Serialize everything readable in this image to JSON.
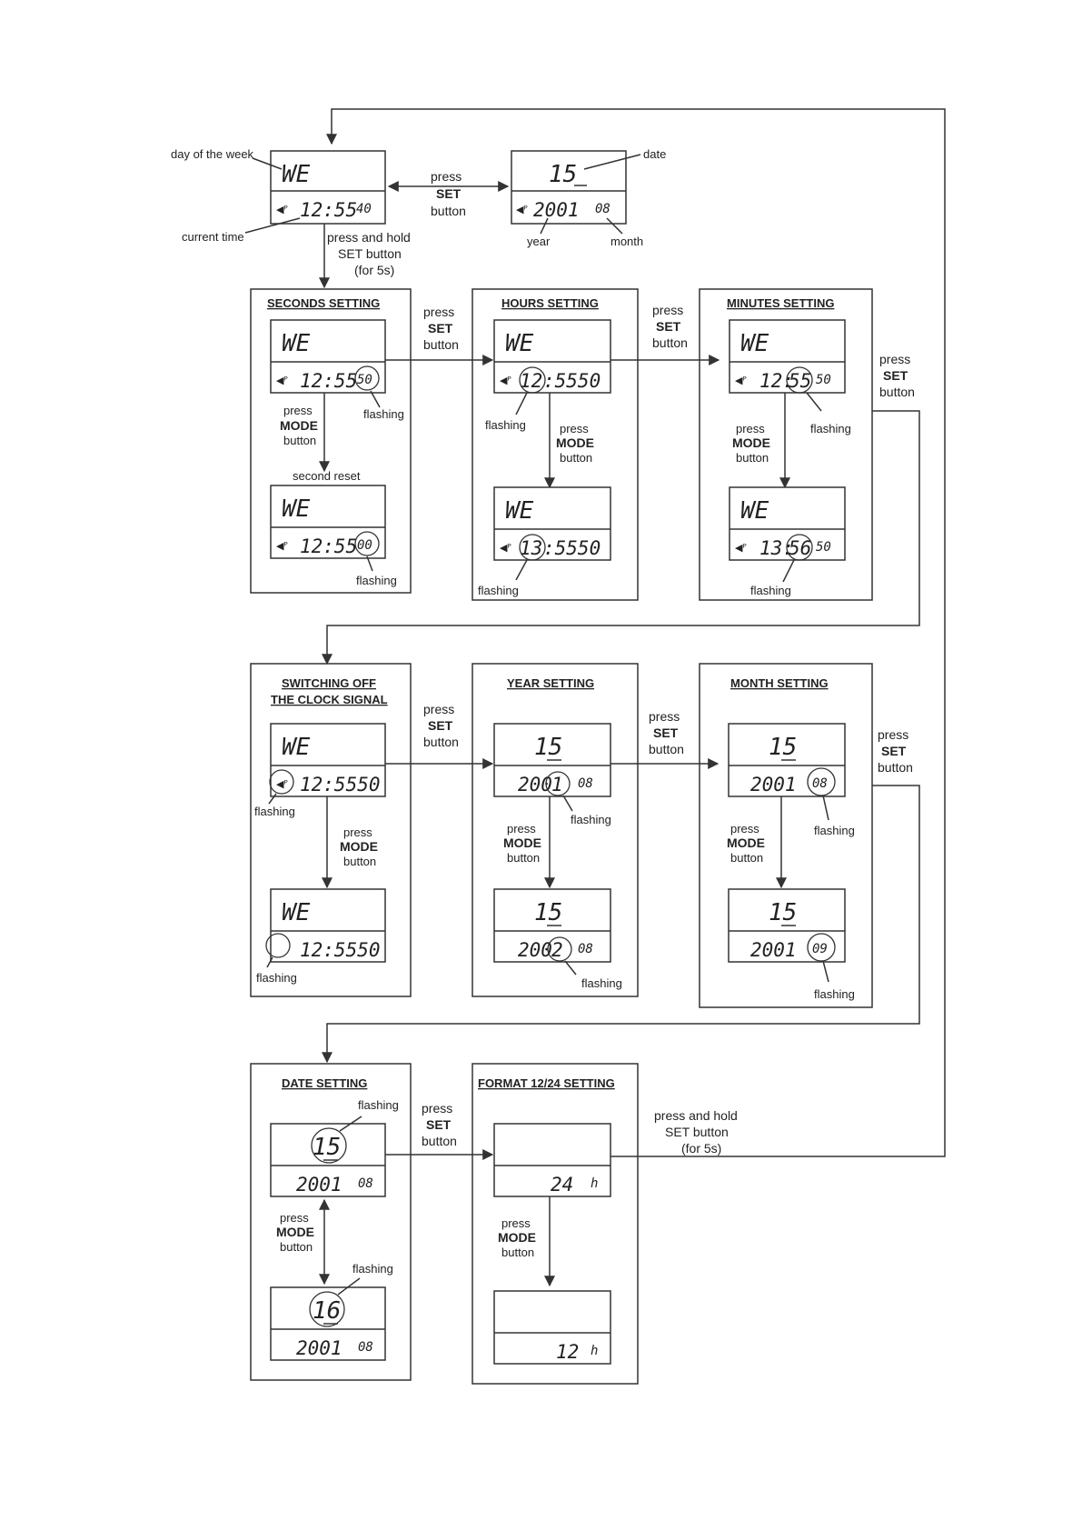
{
  "callouts": {
    "day_of_week": "day of the week",
    "current_time": "current time",
    "date": "date",
    "year": "year",
    "month": "month"
  },
  "top": {
    "day": "WE",
    "time": "12:55",
    "sec": "40",
    "date": "15",
    "yearmonth": "2001",
    "month": "08"
  },
  "actions": {
    "press": "press",
    "set": "SET",
    "mode": "MODE",
    "button": "button",
    "press_and_hold": "press and hold",
    "set_button": "SET button",
    "for_5s": "(for 5s)",
    "flashing": "flashing",
    "second_reset": "second reset"
  },
  "panels": {
    "seconds": {
      "title": "SECONDS SETTING",
      "day": "WE",
      "time1": "12:55",
      "val1": "50",
      "time2": "12:55",
      "val2": "00"
    },
    "hours": {
      "title": "HOURS SETTING",
      "day": "WE",
      "hr1": "12",
      "rest1": ":5550",
      "hr2": "13",
      "rest2": ":5550"
    },
    "minutes": {
      "title": "MINUTES SETTING",
      "day": "WE",
      "a1": "12:",
      "m1": "55",
      "s1": "50",
      "a2": "13:",
      "m2": "56",
      "s2": "50"
    },
    "clock_signal": {
      "title_line1": "SWITCHING OFF",
      "title_line2": "THE CLOCK SIGNAL",
      "day": "WE",
      "time": "12:5550"
    },
    "year": {
      "title": "YEAR SETTING",
      "date": "15",
      "y1a": "200",
      "y1b": "1",
      "mon1": "08",
      "y2a": "200",
      "y2b": "2",
      "mon2": "08"
    },
    "month": {
      "title": "MONTH SETTING",
      "date": "15",
      "ym": "2001",
      "m1": "08",
      "m2": "09"
    },
    "date": {
      "title": "DATE SETTING",
      "d1": "15",
      "d2": "16",
      "ym": "2001",
      "mon": "08"
    },
    "format": {
      "title": "FORMAT 12/24 SETTING",
      "f1": "24",
      "f2": "12",
      "unit": "h"
    }
  },
  "icons": {
    "signal": "radio-signal-icon"
  }
}
